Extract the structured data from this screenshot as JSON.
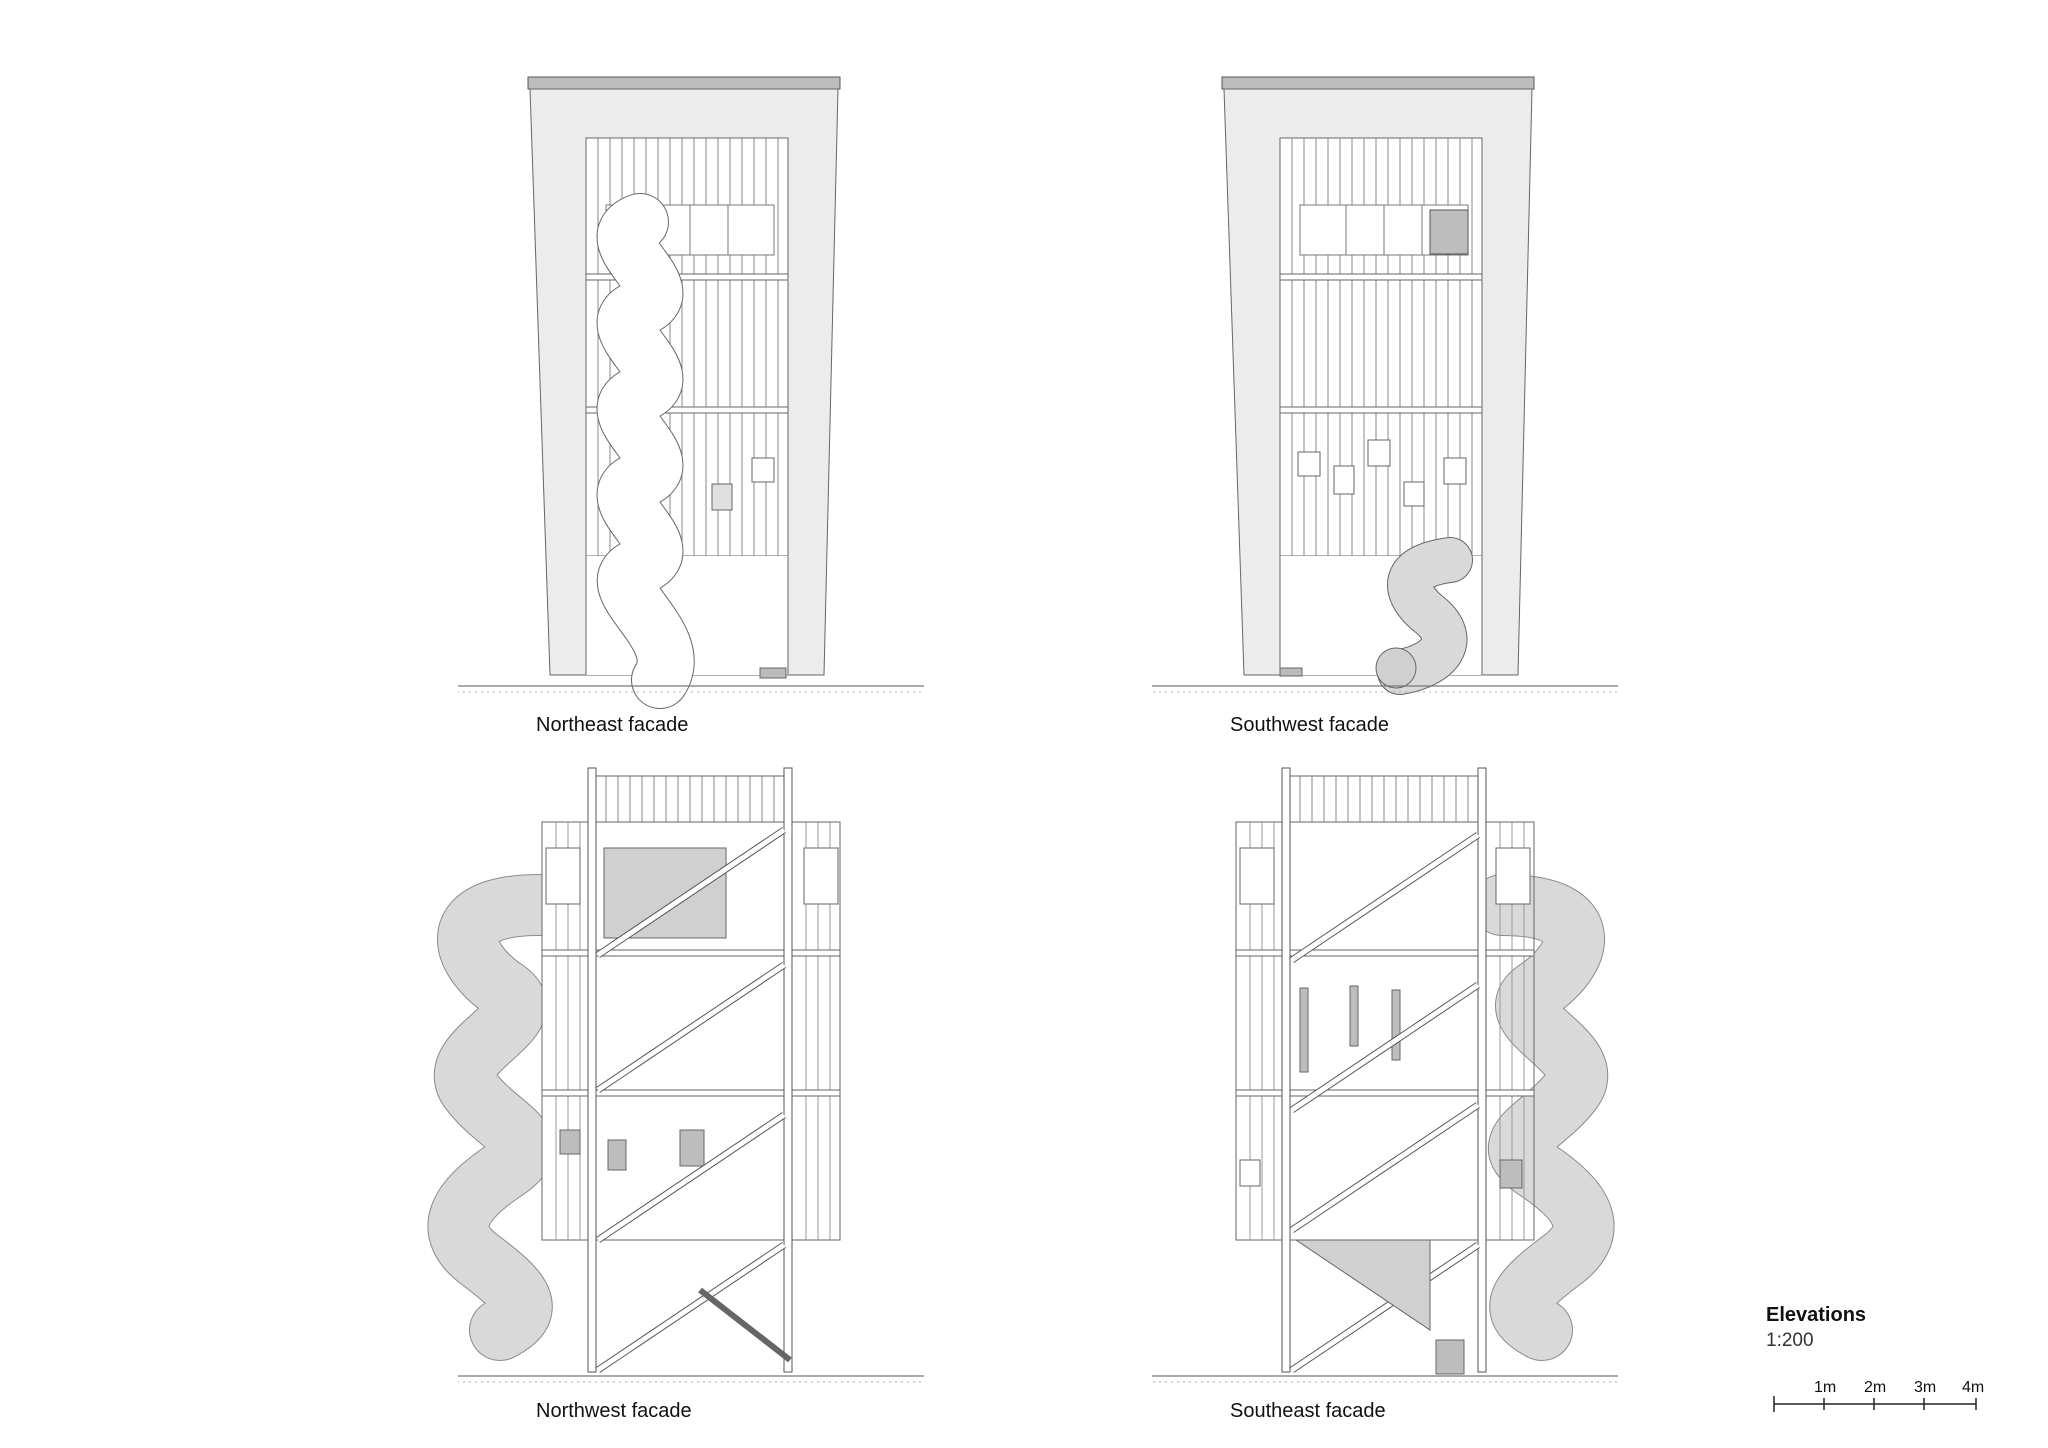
{
  "captions": {
    "northeast": "Northeast facade",
    "southwest": "Southwest facade",
    "northwest": "Northwest facade",
    "southeast": "Southeast facade"
  },
  "legend": {
    "title": "Elevations",
    "scale": "1:200",
    "ticks": [
      "1m",
      "2m",
      "3m",
      "4m"
    ]
  },
  "colors": {
    "line": "#555555",
    "fill_light": "#ececec",
    "fill_mid": "#d9d9d9",
    "ground": "#888888"
  }
}
